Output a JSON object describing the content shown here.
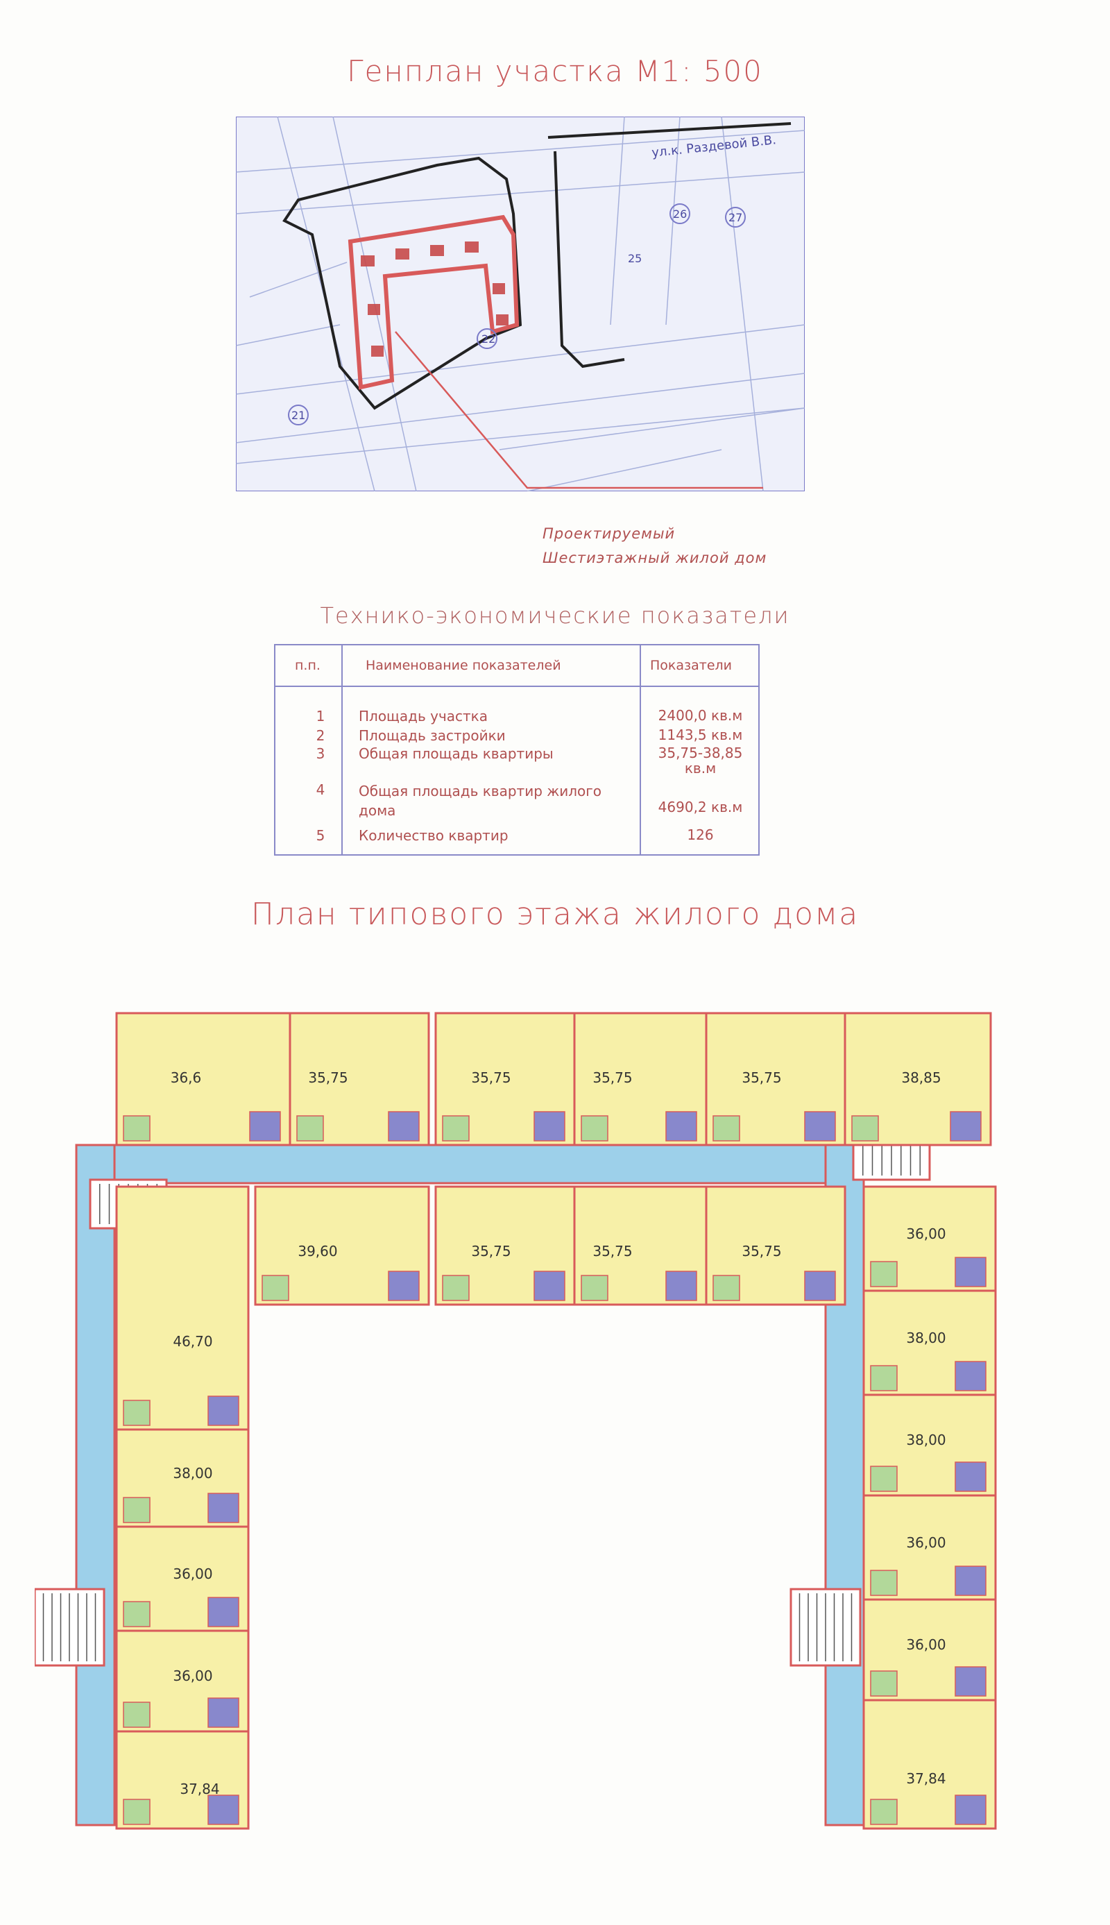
{
  "titles": {
    "site_plan": "Генплан участка М1: 500",
    "indicators": "Технико-экономические показатели",
    "floor_plan": "План типового этажа жилого дома"
  },
  "site_plan": {
    "legend_line1": "Проектируемый",
    "legend_line2": "Шестиэтажный жилой дом",
    "street_label": "ул.к. Раздевой В.В.",
    "lots": [
      "21",
      "22",
      "25",
      "26",
      "27"
    ]
  },
  "indicators_table": {
    "headers": [
      "п.п.",
      "Наименование показателей",
      "Показатели"
    ],
    "rows": [
      {
        "num": "1",
        "name": "Площадь участка",
        "value": "2400,0 кв.м"
      },
      {
        "num": "2",
        "name": "Площадь застройки",
        "value": "1143,5 кв.м"
      },
      {
        "num": "3",
        "name": "Общая площадь квартиры",
        "value": "35,75-38,85 кв.м"
      },
      {
        "num": "4",
        "name": "Общая площадь квартир жилого дома",
        "value": "4690,2 кв.м"
      },
      {
        "num": "5",
        "name": "Количество квартир",
        "value": "126"
      }
    ]
  },
  "apartments": [
    "36,6",
    "35,75",
    "35,75",
    "35,75",
    "35,75",
    "38,85",
    "39,60",
    "35,75",
    "35,75",
    "35,75",
    "46,70",
    "38,00",
    "36,00",
    "36,00",
    "37,84",
    "36,00",
    "38,00",
    "38,00",
    "36,00",
    "36,00",
    "37,84"
  ],
  "colors": {
    "apartment": "#f7f0a8",
    "corridor": "#9dd0ea",
    "wet_zone": "#8888cc",
    "hall": "#b2d89a",
    "wall": "#d85a5a",
    "title": "#c8585a"
  }
}
